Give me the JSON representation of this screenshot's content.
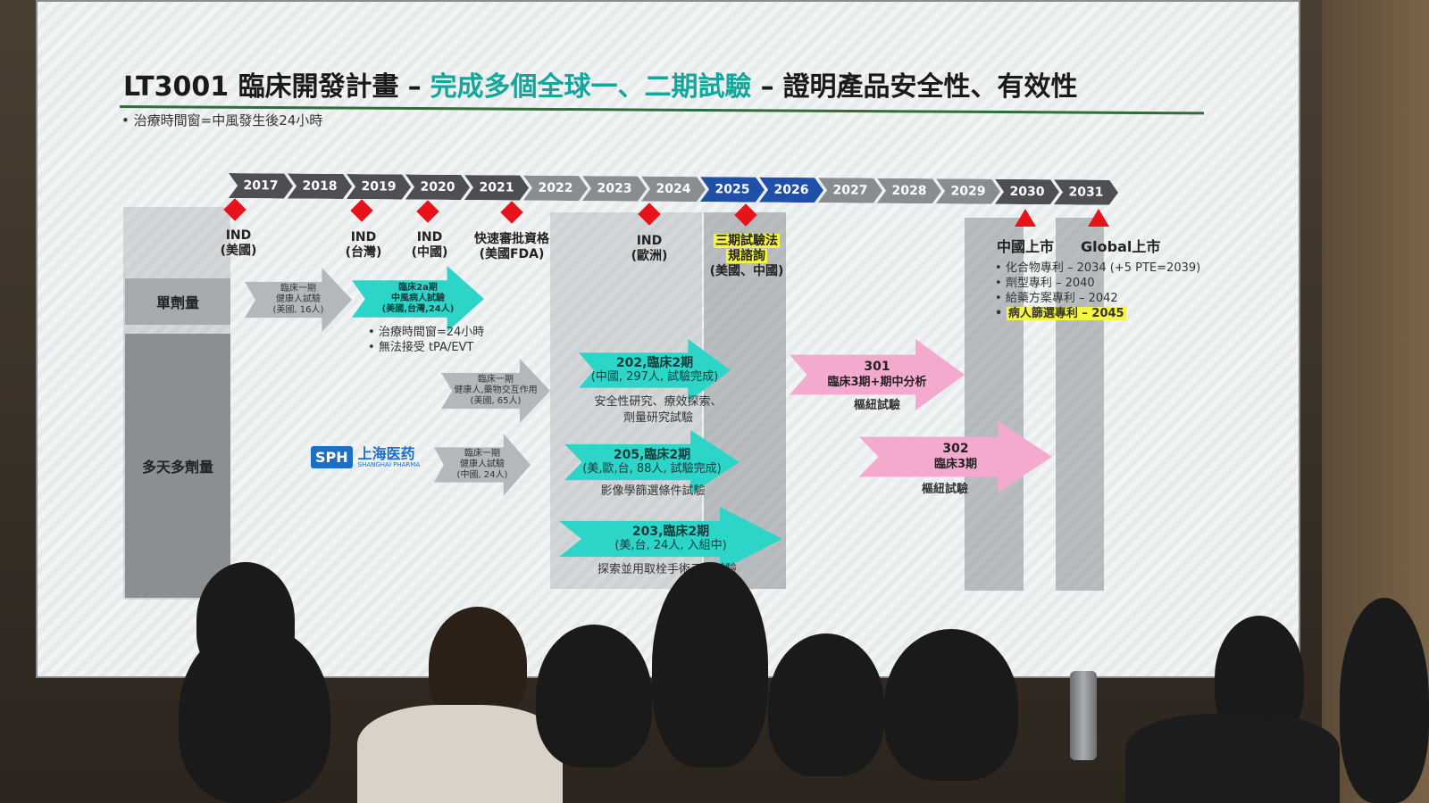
{
  "title": {
    "main": "LT3001 臨床開發計畫",
    "accent": "完成多個全球一、二期試驗",
    "tail": "證明產品安全性、有效性",
    "sep": "–"
  },
  "subnote": "治療時間窗=中風發生後24小時",
  "years": [
    "2017",
    "2018",
    "2019",
    "2020",
    "2021",
    "2022",
    "2023",
    "2024",
    "2025",
    "2026",
    "2027",
    "2028",
    "2029",
    "2030",
    "2031"
  ],
  "milestones": {
    "ind_us": {
      "line1": "IND",
      "line2": "(美國)"
    },
    "ind_tw": {
      "line1": "IND",
      "line2": "(台灣)"
    },
    "ind_cn": {
      "line1": "IND",
      "line2": "(中國)"
    },
    "fda_fast": {
      "line1": "快速審批資格",
      "line2": "(美國FDA)"
    },
    "ind_eu": {
      "line1": "IND",
      "line2": "(歐洲)"
    },
    "phase3_consult": {
      "line1": "三期試驗法",
      "line2": "規諮詢",
      "line3": "(美國、中國)"
    },
    "cn_market": "中國上市",
    "global_market": "Global上市"
  },
  "patents": [
    "化合物專利 – 2034 (+5 PTE=2039)",
    "劑型專利 – 2040",
    "給藥方案專利 – 2042",
    "病人篩選專利 – 2045"
  ],
  "rows": {
    "single": "單劑量",
    "multi": "多天多劑量"
  },
  "trials": {
    "p1_single": {
      "l1": "臨床一期",
      "l2": "健康人試驗",
      "l3": "(美國, 16人)"
    },
    "p2a": {
      "l1": "臨床2a期",
      "l2": "中風病人試驗",
      "l3": "(美國,台灣,24人)"
    },
    "p2a_notes": [
      "治療時間窗=24小時",
      "無法接受 tPA/EVT"
    ],
    "p1_ddi": {
      "l1": "臨床一期",
      "l2": "健康人,藥物交互作用",
      "l3": "(美國, 65人)"
    },
    "p1_cn": {
      "l1": "臨床一期",
      "l2": "健康人試驗",
      "l3": "(中國, 24人)"
    },
    "t202": {
      "l1": "202,臨床2期",
      "l2": "(中國, 297人, 試驗完成)",
      "d1": "安全性研究、療效探索、",
      "d2": "劑量研究試驗"
    },
    "t205": {
      "l1": "205,臨床2期",
      "l2": "(美,歐,台, 88人, 試驗完成)",
      "d1": "影像學篩選條件試驗"
    },
    "t203": {
      "l1": "203,臨床2期",
      "l2": "(美,台, 24人, 入組中)",
      "d1": "探索並用取栓手術三期試驗"
    },
    "t301": {
      "l1": "301",
      "l2": "臨床3期+期中分析",
      "d1": "樞紐試驗"
    },
    "t302": {
      "l1": "302",
      "l2": "臨床3期",
      "d1": "樞紐試驗"
    }
  },
  "logo": {
    "mark": "SPH",
    "cn": "上海医药",
    "en": "SHANGHAI PHARMA"
  },
  "colors": {
    "accent": "#14a69b",
    "teal_arrow": "#2dd4c8",
    "pink_arrow": "#f4a9cf",
    "milestone_red": "#e8121b",
    "highlight": "#f5f542",
    "current_year_blue": "#1f4fa8"
  }
}
